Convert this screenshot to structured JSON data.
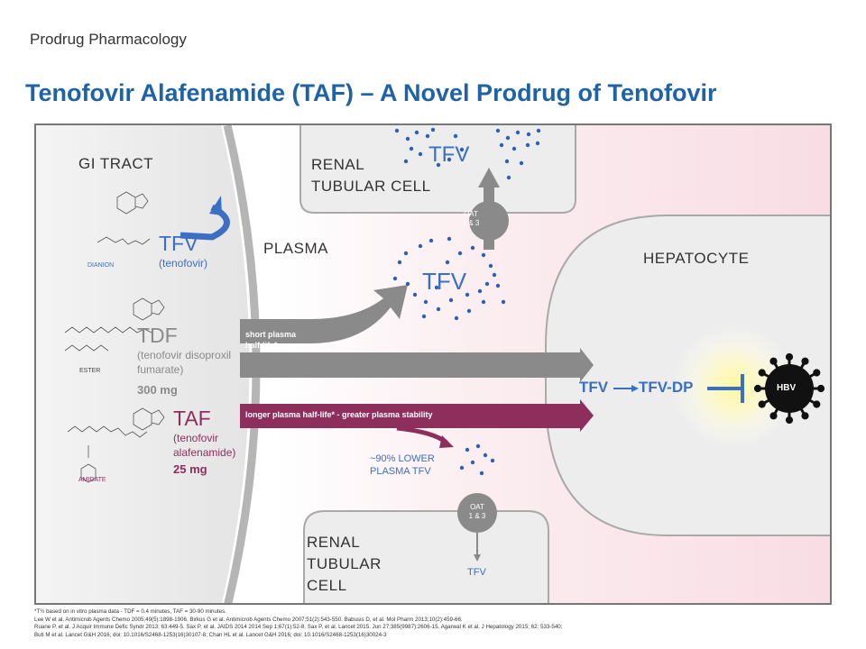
{
  "header": {
    "section": "Prodrug Pharmacology",
    "title": "Tenofovir Alafenamide (TAF) – A Novel Prodrug of Tenofovir"
  },
  "diagram": {
    "gi_tract": "GI TRACT",
    "plasma": "PLASMA",
    "renal_top": [
      "RENAL",
      "TUBULAR CELL"
    ],
    "renal_bottom": [
      "RENAL",
      "TUBULAR",
      "CELL"
    ],
    "hepatocyte": "HEPATOCYTE",
    "oat_top": [
      "OAT",
      "1 & 3"
    ],
    "oat_bottom": [
      "OAT",
      "1 & 3"
    ],
    "tfv_renal_top": "TFV",
    "tfv_plasma": "TFV",
    "tfv_bottom": "TFV",
    "tfv_conversion": {
      "from": "TFV",
      "to": "TFV-DP"
    },
    "hbv": "HBV",
    "lower_plasma": [
      "~90% LOWER",
      "PLASMA TFV"
    ],
    "drugs": [
      {
        "form": "DIANION",
        "name": "TFV",
        "sub": [
          "(tenofovir)"
        ],
        "dose": "",
        "color": "#3b6fc4"
      },
      {
        "form": "ESTER",
        "name": "TDF",
        "sub": [
          "(tenofovir disoproxil",
          "fumarate)"
        ],
        "dose": "300 mg",
        "color": "#8a8a8a"
      },
      {
        "form": "AMIDATE",
        "name": "TAF",
        "sub": [
          "(tenofovir",
          "alafenamide)"
        ],
        "dose": "25 mg",
        "color": "#8e2e5d"
      }
    ],
    "arrows": {
      "tdf": [
        "short plasma",
        "half-life*"
      ],
      "taf": "longer plasma half-life* - greater plasma stability"
    },
    "colors": {
      "tfv_blue": "#3b6fc4",
      "tdf_gray": "#8a8a8a",
      "taf_maroon": "#8e2e5d",
      "title_blue": "#1f63a6"
    }
  },
  "footnotes": [
    "*T½ based on in vitro plasma data - TDF = 0.4 minutes, TAF = 30-90 minutes.",
    "Lee W et al. Antimicrob Agents Chemo 2005;49(5):1898-1906.   Birkus G et al. Antimicrob Agents Chemo 2007;51(2):543-550.   Babusis D, et al. Mol Pharm 2013;10(2):459-66.",
    "Ruane P, et al. J Acquir Immune Defic Syndr 2013; 63:449-5.   Sax P, et al. JAIDS 2014 2014 Sep 1;67(1):52-8.   Sax P, et al. Lancet 2015. Jun 27;385(9987):2606-15.   Agarwal K et al. J Hepatology 2015; 62: 533-540;",
    "Buti M et al. Lancet G&H 2016; doi: 10.1016/S2468-1253(16)30107-8; Chan HL et al. Lancet G&H 2016; doi: 10.1016/S2468-1253(16)30024-3"
  ]
}
